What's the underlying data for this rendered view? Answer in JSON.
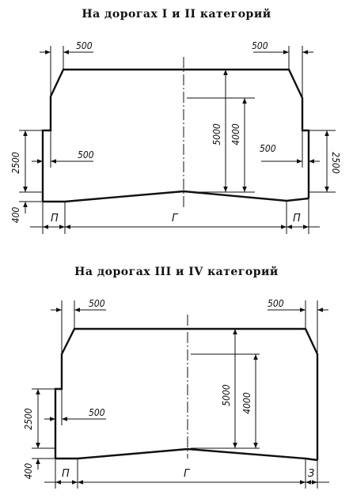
{
  "diagram1": {
    "title": "На дорогах I и II категорий",
    "dim_top_left": "500",
    "dim_top_right": "500",
    "dim_shoulder_left": "500",
    "dim_shoulder_right": "500",
    "dim_5000": "5000",
    "dim_4000": "4000",
    "dim_2500_left": "2500",
    "dim_2500_right": "2500",
    "dim_400": "400",
    "label_left": "П",
    "label_center": "Г",
    "label_right": "П"
  },
  "diagram2": {
    "title": "На дорогах III и IV категорий",
    "dim_top_left": "500",
    "dim_top_right": "500",
    "dim_shoulder_left": "500",
    "dim_5000": "5000",
    "dim_4000": "4000",
    "dim_2500_left": "2500",
    "dim_400": "400",
    "label_left": "П",
    "label_center": "Г",
    "label_right": "З"
  }
}
